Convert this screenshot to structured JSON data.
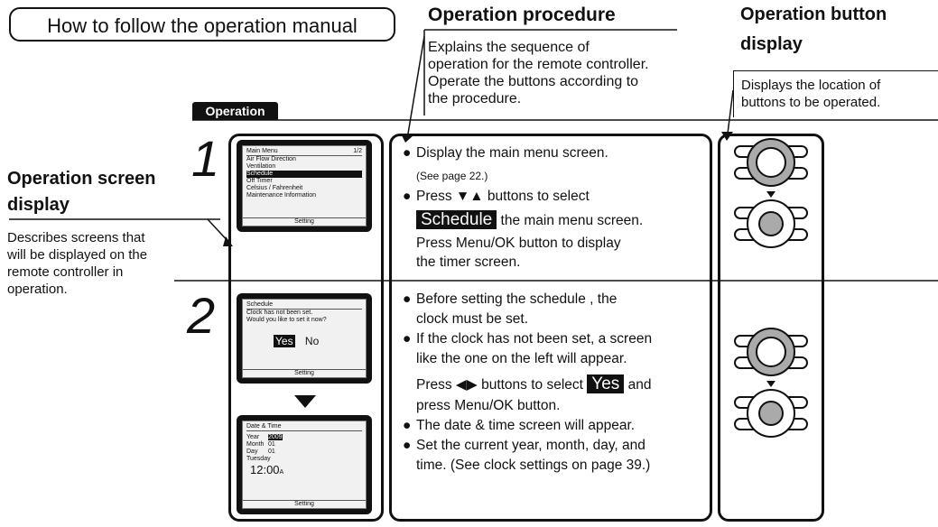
{
  "header": {
    "title": "How to follow the operation manual",
    "procedure_title": "Operation procedure",
    "procedure_desc": [
      "Explains the sequence of",
      "operation for the remote controller.",
      "Operate the buttons according to",
      "the procedure."
    ],
    "button_title_line1": "Operation button",
    "button_title_line2": "display",
    "button_desc": [
      "Displays the location of",
      "buttons to be operated."
    ],
    "section_tab": "Operation"
  },
  "screen_display": {
    "title_line1": "Operation screen",
    "title_line2": "display",
    "desc": [
      "Describes screens that",
      "will be displayed on the",
      "remote controller in",
      "operation."
    ]
  },
  "steps": [
    {
      "number": "1",
      "lcd": {
        "header_left": "Main Menu",
        "header_right": "1/2",
        "items": [
          "Air Flow Direction",
          "Ventilation",
          "Schedule",
          "Off Timer",
          "Celsius / Fahrenheit",
          "Maintenance Information"
        ],
        "selected_index": 2,
        "footer": "Setting"
      },
      "bullets": {
        "b1": "Display the main menu screen.",
        "b1_note": "(See page 22.)",
        "b2_pre": "Press ▼▲ buttons to select",
        "b2_highlight": "Schedule",
        "b2_post": "the main menu screen.",
        "b2_line3": "Press Menu/OK button to display",
        "b2_line4": "the timer screen."
      }
    },
    {
      "number": "2",
      "lcd1": {
        "title": "Schedule",
        "line1": "Clock has not been set.",
        "line2": "Would you like to set it now?",
        "yes": "Yes",
        "no": "No",
        "footer": "Setting"
      },
      "lcd2": {
        "title": "Date & Time",
        "year_label": "Year",
        "year_value": "2009",
        "month_label": "Month",
        "month_value": "01",
        "day_label": "Day",
        "day_value": "01",
        "weekday": "Tuesday",
        "time": "12:00",
        "time_suffix": "A",
        "footer": "Setting"
      },
      "bullets": {
        "b1_l1": "Before setting the schedule , the",
        "b1_l2": "clock must be set.",
        "b2_l1": "If the clock has not been set, a screen",
        "b2_l2": "like the one on the left will appear.",
        "b2_l3_pre": "Press ◀▶ buttons to select",
        "b2_l3_highlight": "Yes",
        "b2_l3_post": "and",
        "b2_l4": "press Menu/OK button.",
        "b3": "The date & time screen will appear.",
        "b4_l1": "Set the current year, month, day, and",
        "b4_l2": "time. (See clock settings on page 39.)"
      }
    }
  ]
}
